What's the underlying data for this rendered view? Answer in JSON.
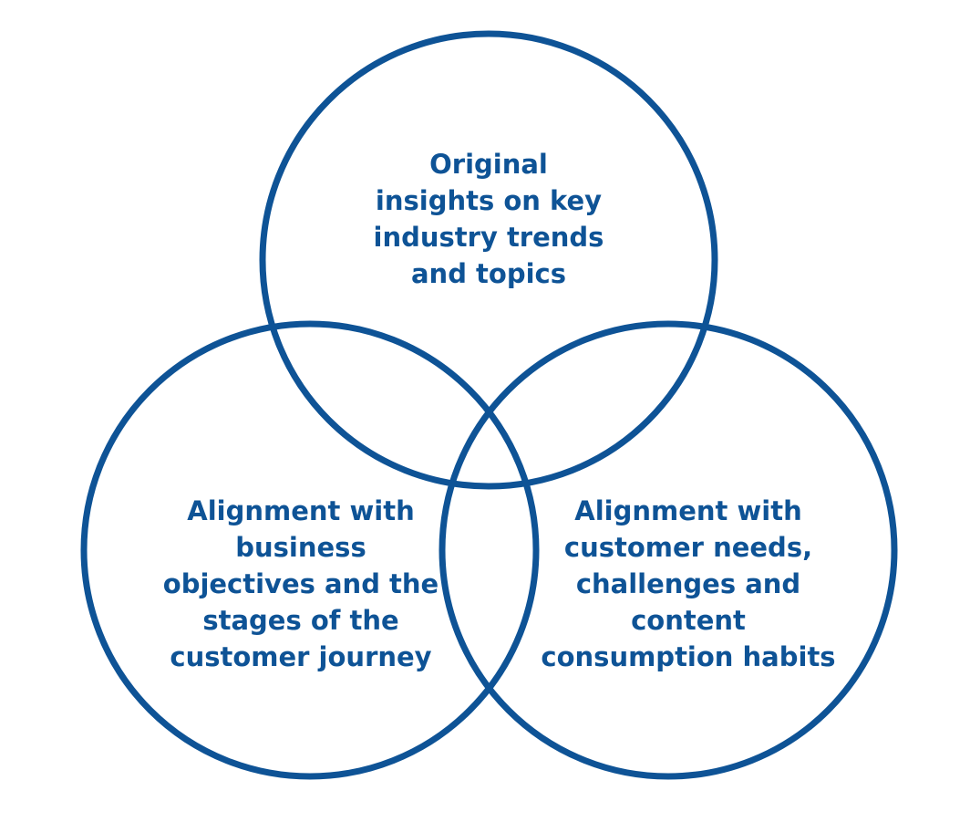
{
  "colors": {
    "stroke": "#0e5396",
    "text": "#0e5396",
    "background": "#ffffff"
  },
  "diagram": {
    "type": "venn",
    "circles": [
      {
        "id": "top",
        "lines": [
          "Original",
          "insights on key",
          "industry trends",
          "and topics"
        ]
      },
      {
        "id": "left",
        "lines": [
          "Alignment with",
          "business",
          "objectives and the",
          "stages of the",
          "customer journey"
        ]
      },
      {
        "id": "right",
        "lines": [
          "Alignment with",
          "customer needs,",
          "challenges and",
          "content",
          "consumption habits"
        ]
      }
    ]
  }
}
